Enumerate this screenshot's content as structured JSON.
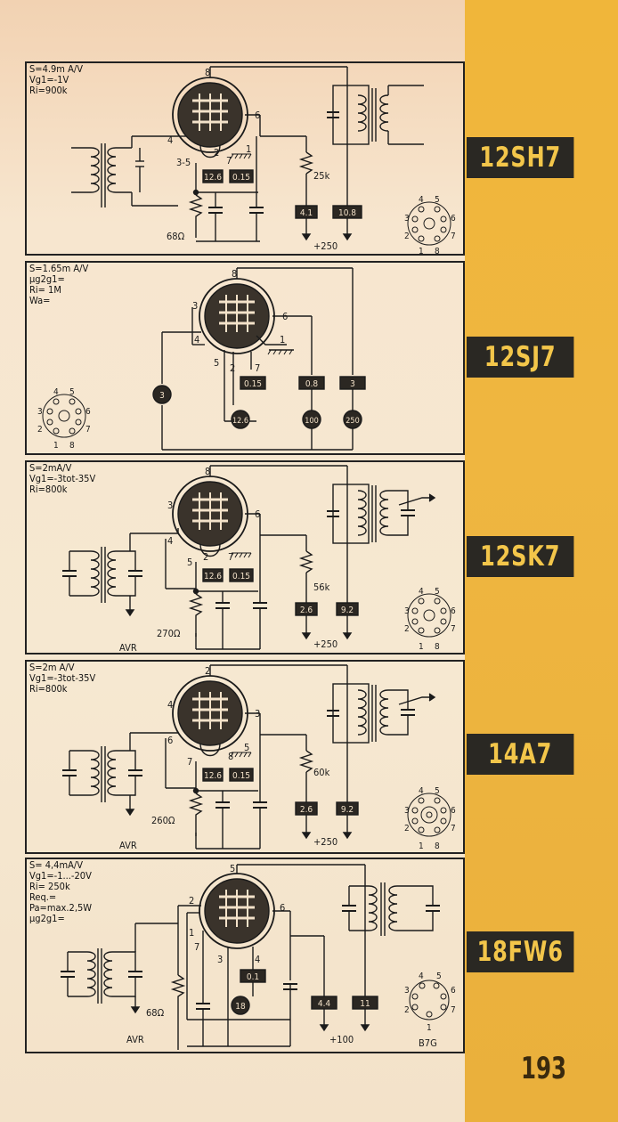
{
  "page_number": "193",
  "tubes": [
    {
      "id": "12SH7",
      "specs": [
        "S=4.9m A/V",
        "Vg1=-1V",
        "Ri=900k"
      ],
      "pins": {
        "p1": "8",
        "p2": "6",
        "p3": "4",
        "p4": "3-5",
        "p5": "1",
        "p6": "7",
        "p7": "2"
      },
      "values": {
        "heater": "12.6",
        "current": "0.15",
        "r1": "25k",
        "rk": "68Ω",
        "v1": "4.1",
        "v2": "10.8",
        "supply": "+250"
      },
      "socket": [
        "4",
        "5",
        "3",
        "6",
        "2",
        "7",
        "1",
        "8"
      ]
    },
    {
      "id": "12SJ7",
      "specs": [
        "S=1.65m A/V",
        "μg2g1=",
        "Ri= 1M",
        "Wa="
      ],
      "pins": {
        "p1": "8",
        "p2": "6",
        "p3": "3",
        "p4": "4",
        "p5": "5",
        "p6": "2",
        "p7": "7",
        "p8": "1"
      },
      "values": {
        "current": "0.15",
        "heater": "12.6",
        "bias": "3",
        "v1": "0.8",
        "v2": "3",
        "b1": "100",
        "b2": "250"
      },
      "socket": [
        "4",
        "5",
        "3",
        "6",
        "2",
        "7",
        "1",
        "8"
      ]
    },
    {
      "id": "12SK7",
      "specs": [
        "S=2mA/V",
        "Vg1=-3tot-35V",
        "Ri=800k"
      ],
      "pins": {
        "p1": "8",
        "p2": "6",
        "p3": "3",
        "p4": "4",
        "p5": "5",
        "p6": "2",
        "p7": "7"
      },
      "values": {
        "heater": "12.6",
        "current": "0.15",
        "r1": "56k",
        "rk": "270Ω",
        "v1": "2.6",
        "v2": "9.2",
        "supply": "+250",
        "avr": "AVR"
      },
      "socket": [
        "4",
        "5",
        "3",
        "6",
        "2",
        "7",
        "1",
        "8"
      ]
    },
    {
      "id": "14A7",
      "specs": [
        "S=2m A/V",
        "Vg1=-3tot-35V",
        "Ri=800k"
      ],
      "pins": {
        "p1": "2",
        "p2": "3",
        "p3": "4",
        "p4": "6",
        "p5": "7",
        "p6": "8",
        "p7": "5"
      },
      "values": {
        "heater": "12.6",
        "current": "0.15",
        "r1": "60k",
        "rk": "260Ω",
        "v1": "2.6",
        "v2": "9.2",
        "supply": "+250",
        "avr": "AVR"
      },
      "socket": [
        "4",
        "5",
        "3",
        "6",
        "2",
        "7",
        "1",
        "8"
      ]
    },
    {
      "id": "18FW6",
      "specs": [
        "S= 4,4mA/V",
        "Vg1=-1...-20V",
        "Ri= 250k",
        "Req.=",
        "Pa=max.2,5W",
        "μg2g1="
      ],
      "pins": {
        "p1": "5",
        "p2": "6",
        "p3": "2",
        "p4": "1",
        "p5": "7",
        "p6": "3",
        "p7": "4"
      },
      "values": {
        "current": "0.1",
        "heater": "18",
        "rk": "68Ω",
        "v1": "4.4",
        "v2": "11",
        "supply": "+100",
        "avr": "AVR",
        "base": "B7G"
      },
      "socket": [
        "4",
        "5",
        "3",
        "6",
        "2",
        "7",
        "1"
      ]
    }
  ]
}
